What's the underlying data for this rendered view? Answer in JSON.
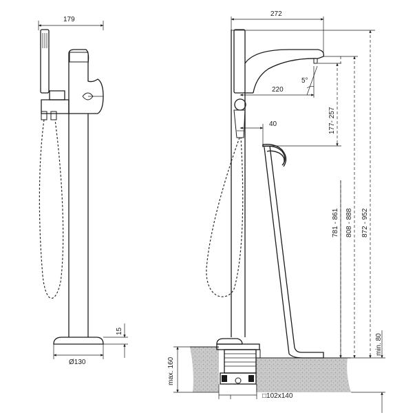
{
  "colors": {
    "line": "#1a1a1a",
    "floor_hatch": "#b8b8b8",
    "background": "#ffffff"
  },
  "left_view": {
    "width_label": "179",
    "base_height_label": "15",
    "base_diameter_label": "Ø130"
  },
  "right_view": {
    "total_width_label": "272",
    "spout_reach_label": "220",
    "spout_angle_label": "5°",
    "offset_label": "40",
    "outlet_range_label": "177- 257",
    "height_range_1_label": "781 - 861",
    "height_range_2_label": "808 - 888",
    "height_range_3_label": "872 - 952",
    "min_height_label": "min. 80",
    "max_depth_label": "max. 160",
    "box_size_label": "□102x140"
  }
}
